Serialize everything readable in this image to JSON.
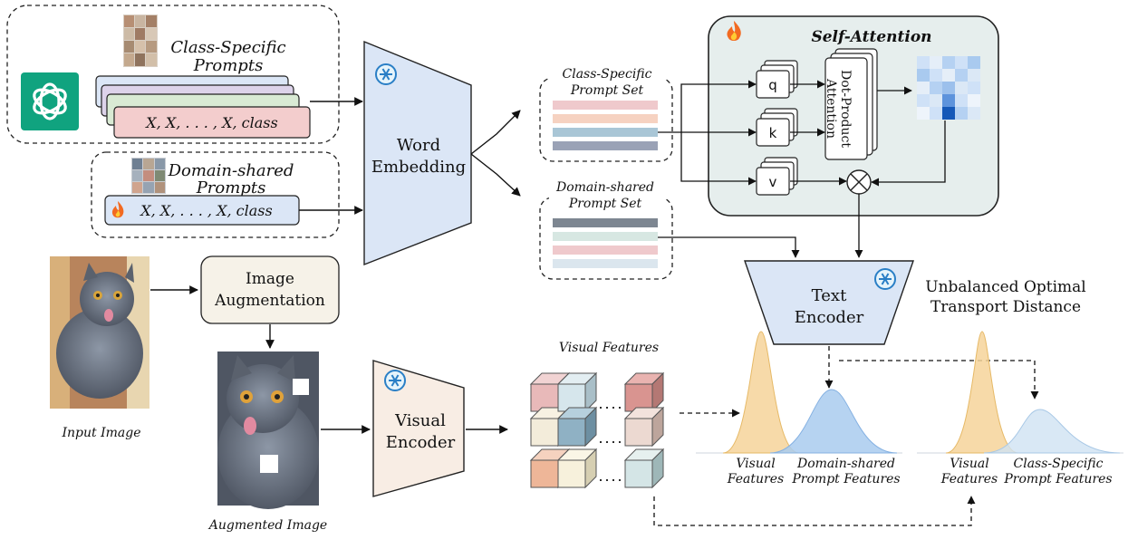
{
  "prompts": {
    "class_specific_title_line1": "Class-Specific",
    "class_specific_title_line2": "Prompts",
    "class_specific_template": "X, X, . . . , X, class",
    "domain_shared_title_line1": "Domain-shared",
    "domain_shared_title_line2": "Prompts",
    "domain_shared_template": "X, X, . . . , X, class"
  },
  "word_embedding": {
    "line1": "Word",
    "line2": "Embedding"
  },
  "prompt_sets": {
    "class_specific_line1": "Class-Specific",
    "class_specific_line2": "Prompt Set",
    "domain_shared_line1": "Domain-shared",
    "domain_shared_line2": "Prompt Set",
    "class_specific_colors": [
      "#efc9cc",
      "#f6d2c1",
      "#a9c6d6",
      "#9aa2b6"
    ],
    "domain_shared_colors": [
      "#7d8691",
      "#d7e7e2",
      "#efc9cc",
      "#dbe6ee"
    ]
  },
  "self_attention": {
    "title": "Self-Attention",
    "q": "q",
    "k": "k",
    "v": "v",
    "dot_product_line1": "Dot-Product",
    "dot_product_line2": "Attention",
    "bg_color": "#e6eeed"
  },
  "image_augmentation": {
    "line1": "Image",
    "line2": "Augmentation"
  },
  "input_image_label": "Input Image",
  "augmented_image_label": "Augmented Image",
  "visual_encoder": {
    "line1": "Visual",
    "line2": "Encoder"
  },
  "visual_features_label": "Visual Features",
  "text_encoder": {
    "line1": "Text",
    "line2": "Encoder"
  },
  "uot": {
    "line1": "Unbalanced Optimal",
    "line2": "Transport Distance"
  },
  "dist_left": {
    "a_line1": "Visual",
    "a_line2": "Features",
    "b_line1": "Domain-shared",
    "b_line2": "Prompt Features"
  },
  "dist_right": {
    "a_line1": "Visual",
    "a_line2": "Features",
    "b_line1": "Class-Specific",
    "b_line2": "Prompt Features"
  },
  "icons": [
    "chatgpt-logo-icon",
    "snowflake-icon",
    "flame-icon",
    "multiply-circle-icon"
  ],
  "colors": {
    "embedding_fill": "#dbe6f6",
    "text_encoder_fill": "#dbe6f6",
    "visual_encoder_fill": "#f8ede4",
    "augmentation_fill": "#f6f2e8",
    "chatgpt_green": "#10a37f",
    "visual_dist": "#f6d49a",
    "prompt_dist": "#a9cbee"
  }
}
